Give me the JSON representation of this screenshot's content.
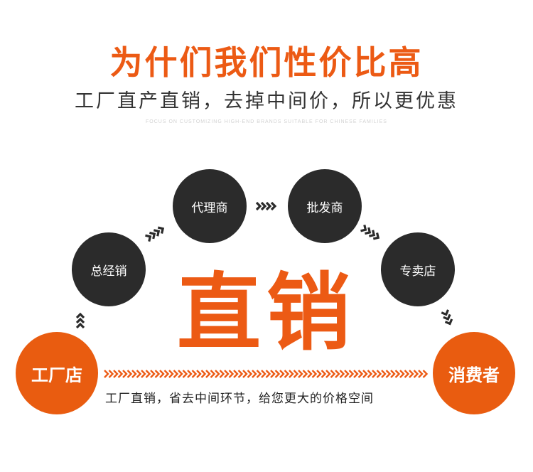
{
  "header": {
    "title": "为什们我们性价比高",
    "subtitle": "工厂直产直销，去掉中间价，所以更优惠",
    "tagline": "FOCUS ON CUSTOMIZING HIGH-END BRANDS SUITABLE FOR CHINESE FAMILIES"
  },
  "nodes": {
    "factory": "工厂店",
    "general_distributor": "总经销",
    "agent": "代理商",
    "wholesaler": "批发商",
    "retail_store": "专卖店",
    "consumer": "消费者"
  },
  "center_text": "直销",
  "bottom_text": "工厂直销，省去中间环节，给您更大的价格空间",
  "colors": {
    "accent": "#ec5a14",
    "dark_node": "#2b2b2b",
    "text": "#333333"
  }
}
